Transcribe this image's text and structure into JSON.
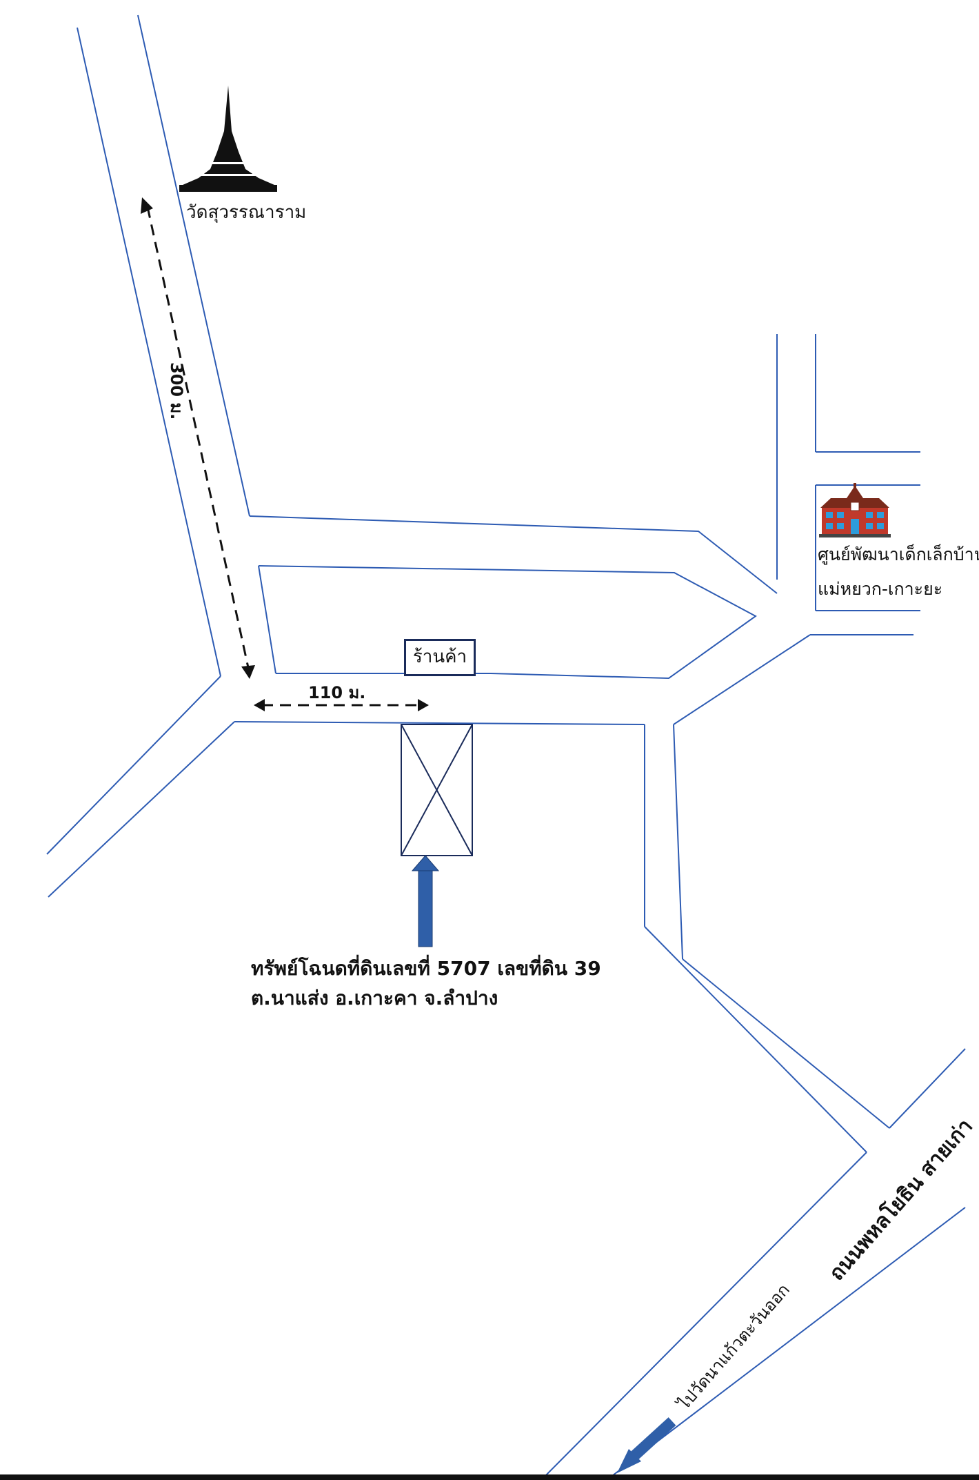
{
  "landmarks": {
    "temple": {
      "name": "วัดสุวรรณาราม",
      "icon": "temple-stupa-icon"
    },
    "school": {
      "name_line1": "ศูนย์พัฒนาเด็กเล็กบ้าน",
      "name_line2": "แม่หยวก-เกาะยะ",
      "icon": "school-building-icon"
    },
    "shop": {
      "name": "ร้านค้า"
    },
    "property": {
      "icon": "property-plot-icon"
    }
  },
  "distances": {
    "to_temple": "300 ม.",
    "to_shop_corner": "110 ม."
  },
  "property_description": {
    "line1": "ทรัพย์โฉนดที่ดินเลขที่ 5707 เลขที่ดิน 39",
    "line2": "ต.นาแส่ง อ.เกาะคา จ.ลำปาง"
  },
  "roads": {
    "highway": "ถนนพหลโยธิน สายเก่า",
    "direction_label": "ไปวัดนาแก้วตะวันออก"
  },
  "colors": {
    "road": "#2d5bb3",
    "arrow": "#2f5fa8",
    "school_brick": "#c0392b"
  }
}
